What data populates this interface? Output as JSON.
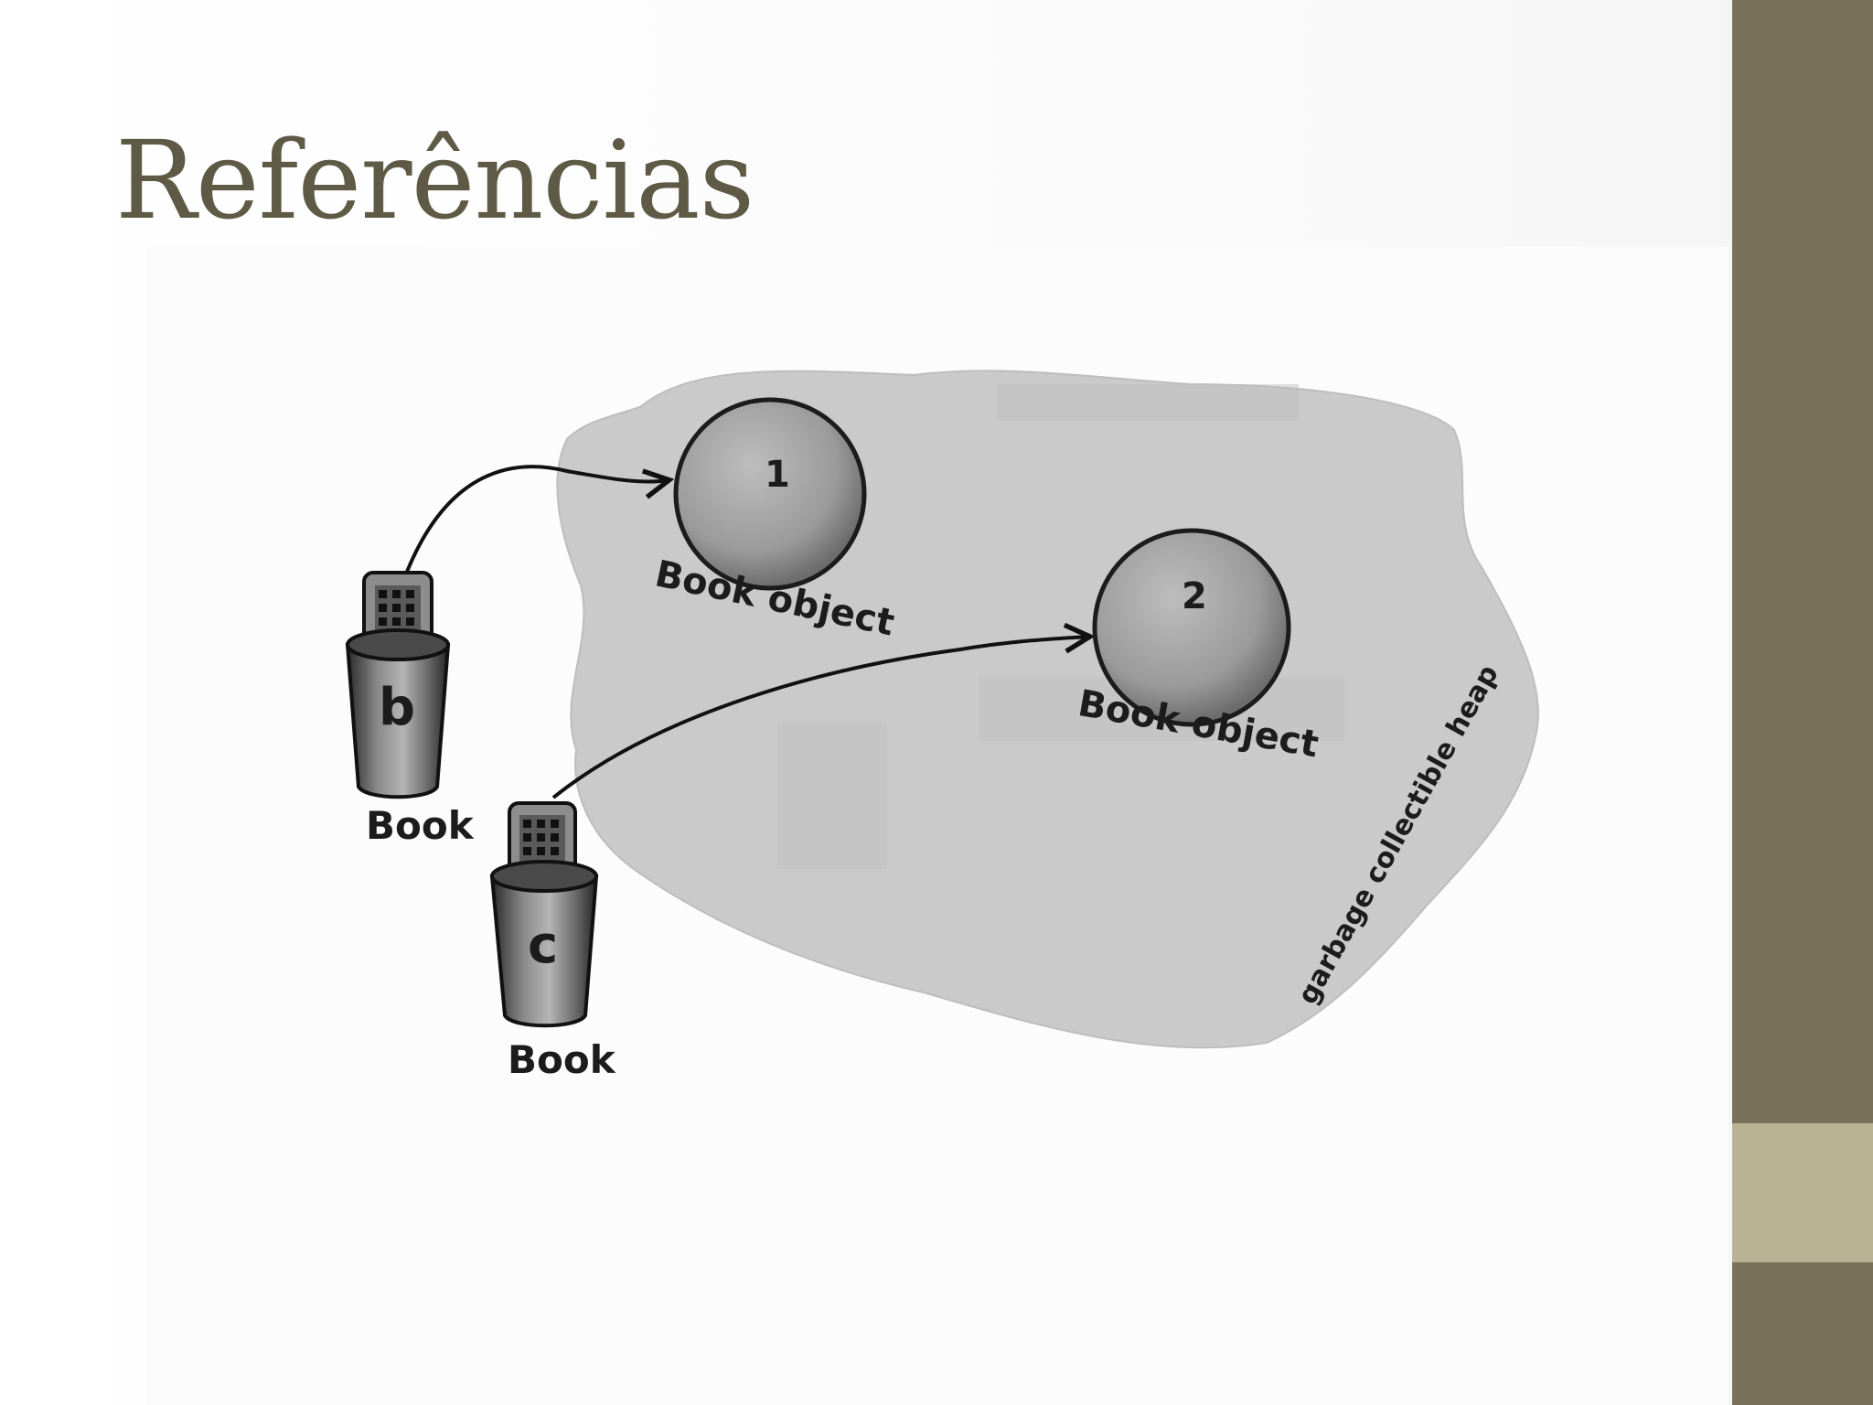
{
  "slide": {
    "title": "Referências"
  },
  "diagram": {
    "heap_label": "garbage collectible heap",
    "objects": [
      {
        "number": "1",
        "label": "Book object"
      },
      {
        "number": "2",
        "label": "Book object"
      }
    ],
    "references": [
      {
        "variable": "b",
        "type": "Book",
        "points_to": "1"
      },
      {
        "variable": "c",
        "type": "Book",
        "points_to": "2"
      }
    ]
  },
  "colors": {
    "title": "#5e5a45",
    "sidebar": "#7a715a",
    "sidebar_accent": "#b9b394",
    "heap": "#c9c9c9"
  }
}
